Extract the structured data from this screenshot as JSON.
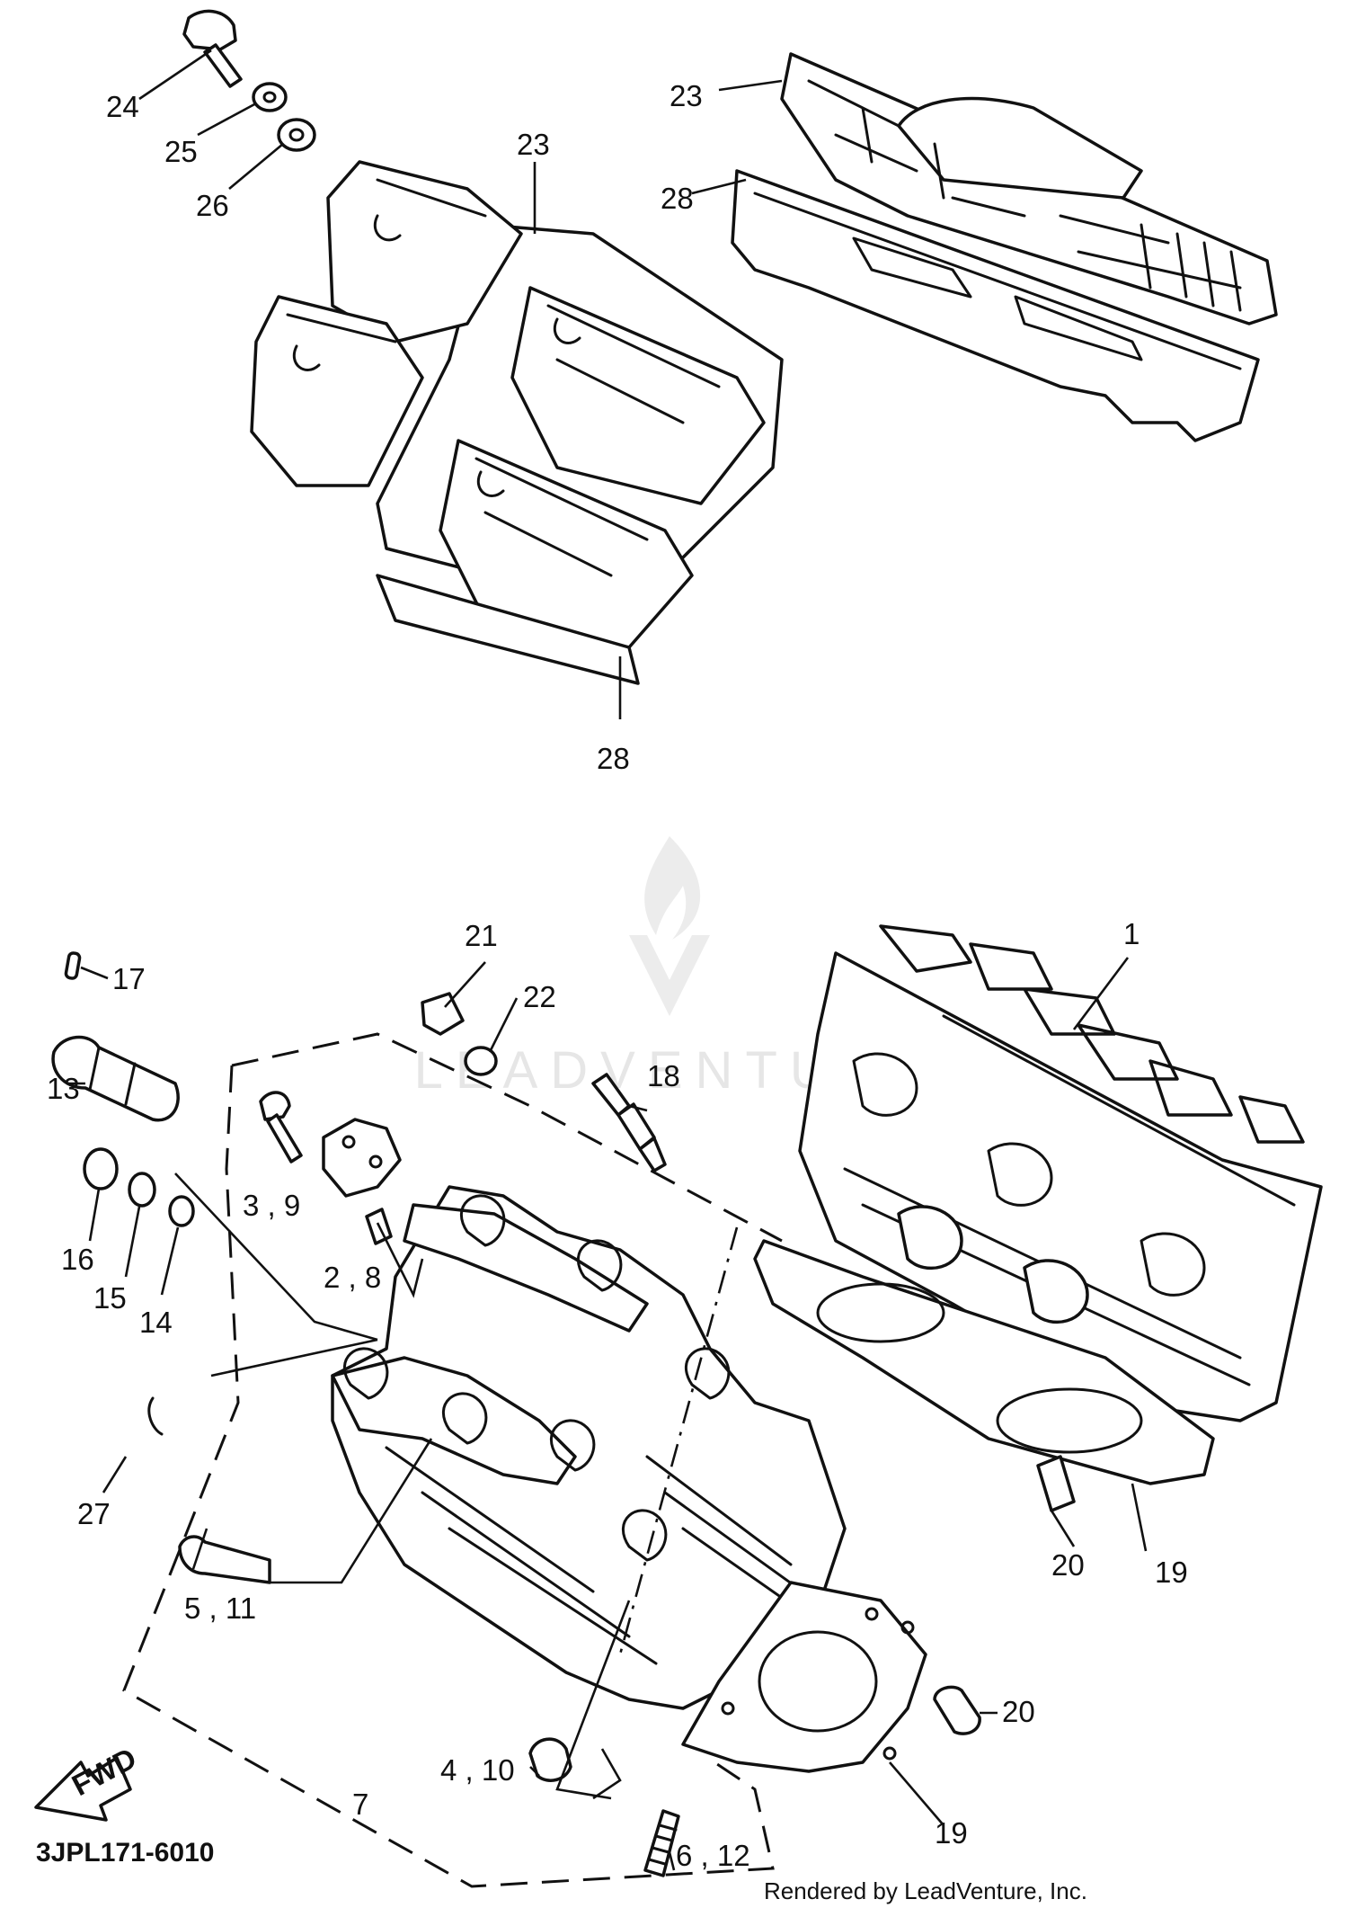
{
  "diagram": {
    "callouts": {
      "c1": "1",
      "c2_8": "2 , 8",
      "c3_9": "3 , 9",
      "c4_10": "4 , 10",
      "c5_11": "5 , 11",
      "c6_12": "6 , 12",
      "c7": "7",
      "c13": "13",
      "c14": "14",
      "c15": "15",
      "c16": "16",
      "c17": "17",
      "c18": "18",
      "c19a": "19",
      "c19b": "19",
      "c20a": "20",
      "c20b": "20",
      "c21": "21",
      "c22": "22",
      "c23a": "23",
      "c23b": "23",
      "c24": "24",
      "c25": "25",
      "c26": "26",
      "c27": "27",
      "c28a": "28",
      "c28b": "28"
    },
    "direction_label": "FWD",
    "diagram_code": "3JPL171-6010",
    "watermark": "LEADVENTURE",
    "rendered_by": "Rendered by LeadVenture, Inc."
  },
  "colors": {
    "ink": "#111111",
    "paper": "#ffffff",
    "watermark": "#e6e6e6"
  }
}
